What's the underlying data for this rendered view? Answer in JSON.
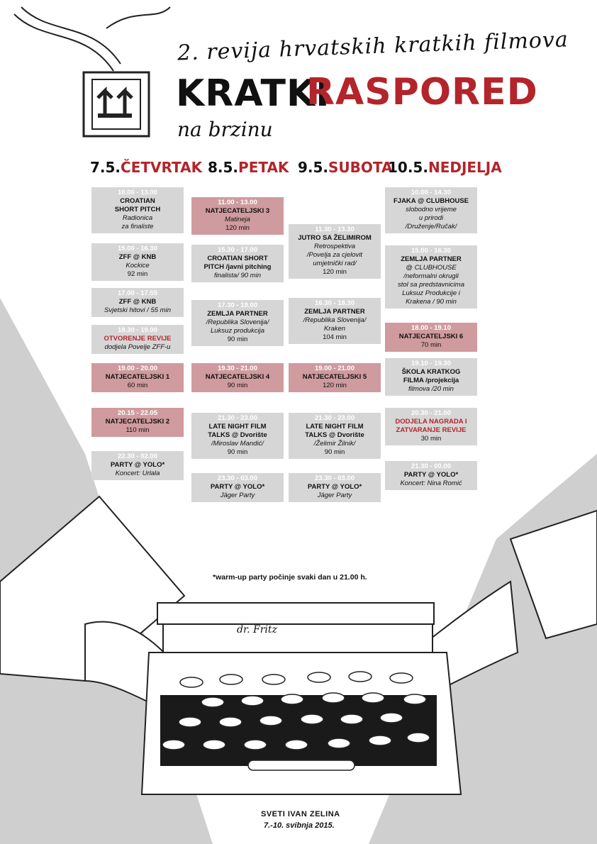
{
  "header": {
    "subtitle": "2. revija hrvatskih kratkih filmova",
    "title_word1": "KRATKI",
    "title_word2": "RASPORED",
    "tagline": "na brzinu"
  },
  "days": [
    {
      "date": "7.5.",
      "name": "ČETVRTAK",
      "events": [
        {
          "time": "10.00 - 13.00",
          "lines": [
            {
              "t": "CROATIAN"
            },
            {
              "t": "SHORT PITCH"
            }
          ],
          "sub": [
            "Radionica",
            "za finaliste"
          ],
          "dur": "",
          "red": false
        },
        {
          "time": "15.00 - 16.30",
          "lines": [
            {
              "t": "ZFF @ KNB"
            }
          ],
          "sub": [
            "Kockice"
          ],
          "dur": "92 min",
          "red": false
        },
        {
          "time": "17.00 - 17.55",
          "lines": [
            {
              "t": "ZFF @ KNB"
            }
          ],
          "sub": [
            "Svjetski hitovi / 55 min"
          ],
          "dur": "",
          "red": false
        },
        {
          "time": "18.30 - 19.00",
          "lines": [
            {
              "t": "OTVORENJE REVIJE",
              "hl": true
            }
          ],
          "sub": [
            "dodjela Povelje ZFF-u"
          ],
          "dur": "",
          "red": false
        },
        {
          "time": "19.00 - 20.00",
          "lines": [
            {
              "t": "NATJECATELJSKI 1"
            }
          ],
          "sub": [],
          "dur": "60 min",
          "red": true
        },
        {
          "time": "20.15 - 22.05",
          "lines": [
            {
              "t": "NATJECATELJSKI 2"
            }
          ],
          "sub": [],
          "dur": "110 min",
          "red": true
        },
        {
          "time": "22.30 - 02.00",
          "lines": [
            {
              "t": "PARTY @ YOLO*"
            }
          ],
          "sub": [
            "Koncert: Urlala"
          ],
          "dur": "",
          "red": false
        }
      ]
    },
    {
      "date": "8.5.",
      "name": "PETAK",
      "events": [
        {
          "time": "11.00 - 13.00",
          "lines": [
            {
              "t": "NATJECATELJSKI 3"
            }
          ],
          "sub": [
            "Matineja"
          ],
          "dur": "120 min",
          "red": true
        },
        {
          "time": "15.30 - 17.00",
          "lines": [
            {
              "t": "CROATIAN SHORT"
            },
            {
              "t": "PITCH /javni pitching"
            }
          ],
          "sub": [
            "finalista/ 90 min"
          ],
          "dur": "",
          "red": false
        },
        {
          "time": "17.30 - 19.00",
          "lines": [
            {
              "t": "ZEMLJA PARTNER"
            }
          ],
          "sub": [
            "/Republika Slovenija/",
            "Luksuz produkcija"
          ],
          "dur": "90 min",
          "red": false
        },
        {
          "time": "19.30 - 21.00",
          "lines": [
            {
              "t": "NATJECATELJSKI 4"
            }
          ],
          "sub": [],
          "dur": "90 min",
          "red": true
        },
        {
          "time": "21.30 - 23.00",
          "lines": [
            {
              "t": "LATE NIGHT FILM"
            },
            {
              "t": "TALKS @ Dvorište"
            }
          ],
          "sub": [
            "/Miroslav Mandić/"
          ],
          "dur": "90 min",
          "red": false
        },
        {
          "time": "23.30 - 03.00",
          "lines": [
            {
              "t": "PARTY @ YOLO*"
            }
          ],
          "sub": [
            "Jäger Party"
          ],
          "dur": "",
          "red": false
        }
      ]
    },
    {
      "date": "9.5.",
      "name": "SUBOTA",
      "events": [
        {
          "time": "11.30 - 13.30",
          "lines": [
            {
              "t": "JUTRO SA ŽELIMIROM"
            }
          ],
          "sub": [
            "Retrospektiva",
            "/Povelja za cjelovit",
            "umjetnički rad/"
          ],
          "dur": "120 min",
          "red": false
        },
        {
          "time": "16.30 - 18.30",
          "lines": [
            {
              "t": "ZEMLJA PARTNER"
            }
          ],
          "sub": [
            "/Republika Slovenija/",
            "Kraken"
          ],
          "dur": "104 min",
          "red": false
        },
        {
          "time": "19.00 - 21.00",
          "lines": [
            {
              "t": "NATJECATELJSKI 5"
            }
          ],
          "sub": [],
          "dur": "120 min",
          "red": true
        },
        {
          "time": "21.30 - 23.00",
          "lines": [
            {
              "t": "LATE NIGHT FILM"
            },
            {
              "t": "TALKS @ Dvorište"
            }
          ],
          "sub": [
            "/Želimir Žilnik/"
          ],
          "dur": "90 min",
          "red": false
        },
        {
          "time": "23.30 - 03.00",
          "lines": [
            {
              "t": "PARTY @ YOLO*"
            }
          ],
          "sub": [
            "Jäger Party"
          ],
          "dur": "",
          "red": false
        }
      ]
    },
    {
      "date": "10.5.",
      "name": "NEDJELJA",
      "events": [
        {
          "time": "10.00 - 14.30",
          "lines": [
            {
              "t": "FJAKA @ CLUBHOUSE"
            }
          ],
          "sub": [
            "slobodno vrijeme",
            "u prirodi",
            "/Druženje/Ručak/"
          ],
          "dur": "",
          "red": false
        },
        {
          "time": "15.00 - 16.30",
          "lines": [
            {
              "t": "ZEMLJA PARTNER"
            }
          ],
          "sub": [
            "@ CLUBHOUSE",
            "/neformalni okrugli",
            "stol sa predstavnicima",
            "Luksuz Produkcije i",
            "Krakena / 90 min"
          ],
          "dur": "",
          "red": false
        },
        {
          "time": "18.00 - 19.10",
          "lines": [
            {
              "t": "NATJECATELJSKI 6"
            }
          ],
          "sub": [],
          "dur": "70 min",
          "red": true
        },
        {
          "time": "19.10 - 19.30",
          "lines": [
            {
              "t": "ŠKOLA KRATKOG"
            },
            {
              "t": "FILMA /projekcija"
            }
          ],
          "sub": [
            "filmova /20 min"
          ],
          "dur": "",
          "red": false
        },
        {
          "time": "20.30 - 21.00",
          "lines": [
            {
              "t": "DODJELA NAGRADA I",
              "hl": true
            },
            {
              "t": "ZATVARANJE REVIJE",
              "hl": true
            }
          ],
          "sub": [],
          "dur": "30 min",
          "red": false
        },
        {
          "time": "21.30 - 00.00",
          "lines": [
            {
              "t": "PARTY @ YOLO*"
            }
          ],
          "sub": [
            "Koncert: Nina Romić"
          ],
          "dur": "",
          "red": false
        }
      ]
    }
  ],
  "footer": {
    "note": "*warm-up party počinje svaki dan u 21.00 h.",
    "typewriter_brand": "dr. Fritz",
    "place": "SVETI IVAN ZELINA",
    "dates": "7.-10. svibnja 2015."
  },
  "colors": {
    "accent_red": "#b3242b",
    "card_grey": "#d6d6d6",
    "card_red": "#cf9b9e",
    "background_grey": "#cfcfcf"
  }
}
